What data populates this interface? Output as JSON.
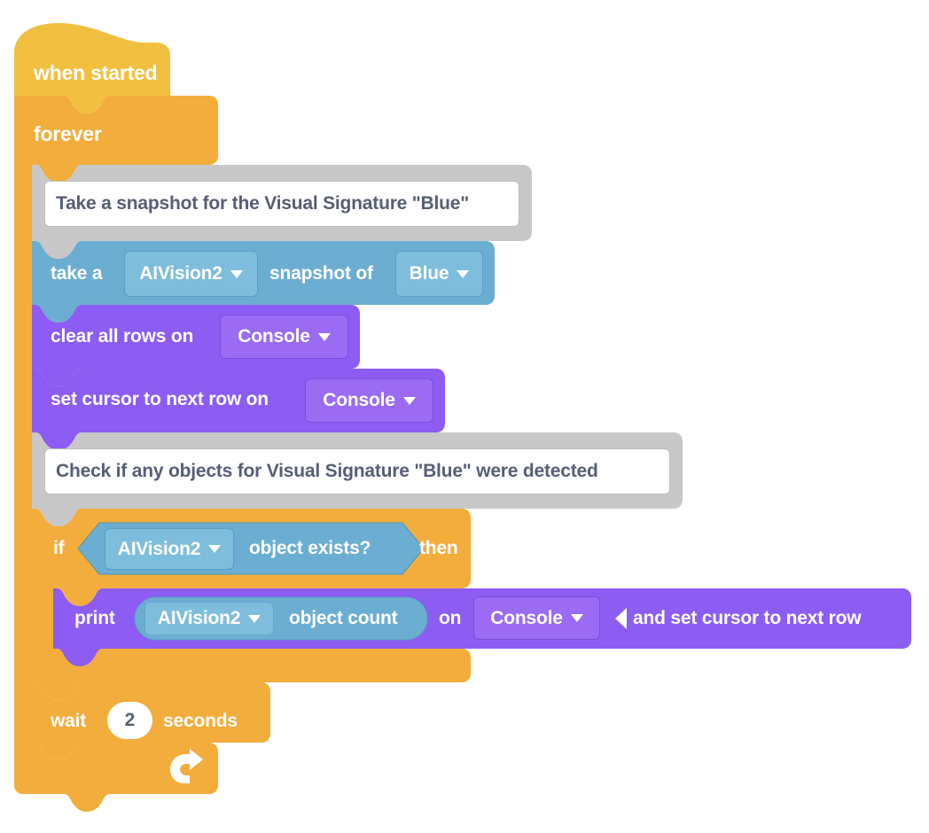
{
  "program": {
    "title": "VEXcode AI Vision blocks program",
    "colors": {
      "hat_yellow": "#F2C040",
      "control_orange": "#F3AD3D",
      "control_orange_stroke": "#CF9331",
      "sensing_blue": "#6CAED2",
      "sensing_blue_stroke": "#4E96B8",
      "console_purple": "#8C5CF3",
      "console_purple_stroke": "#7A45E8",
      "comment_grey": "#C8C8C8",
      "comment_grey_stroke": "#B4B4B4",
      "text_white": "#FFFFFF",
      "text_dark": "#575E75"
    },
    "blocks": {
      "hat": {
        "label": "when started"
      },
      "forever": {
        "label": "forever",
        "loop_arrow_icon": "loop-arrow-icon"
      },
      "comment1": {
        "text": "Take a snapshot for the Visual Signature \"Blue\""
      },
      "snapshot": {
        "label_pre": "take a",
        "device": "AIVision2",
        "label_mid": "snapshot of",
        "signature": "Blue",
        "caret_icon": "chevron-down-icon"
      },
      "clear_rows": {
        "label_pre": "clear all rows on",
        "device": "Console",
        "caret_icon": "chevron-down-icon"
      },
      "set_cursor": {
        "label_pre": "set cursor to next row on",
        "device": "Console",
        "caret_icon": "chevron-down-icon"
      },
      "comment2": {
        "text": "Check if any objects for Visual Signature \"Blue\" were detected"
      },
      "if_block": {
        "label_if": "if",
        "label_then": "then",
        "condition": {
          "device": "AIVision2",
          "label": "object exists?",
          "caret_icon": "chevron-down-icon"
        }
      },
      "print": {
        "label_print": "print",
        "reporter": {
          "device": "AIVision2",
          "label": "object count",
          "caret_icon": "chevron-down-icon"
        },
        "label_on": "on",
        "device": "Console",
        "caret_icon": "chevron-down-icon",
        "collapse_icon": "collapse-left-triangle-icon",
        "label_tail": "and set cursor to next row"
      },
      "wait": {
        "label_pre": "wait",
        "value": "2",
        "label_post": "seconds"
      }
    }
  }
}
